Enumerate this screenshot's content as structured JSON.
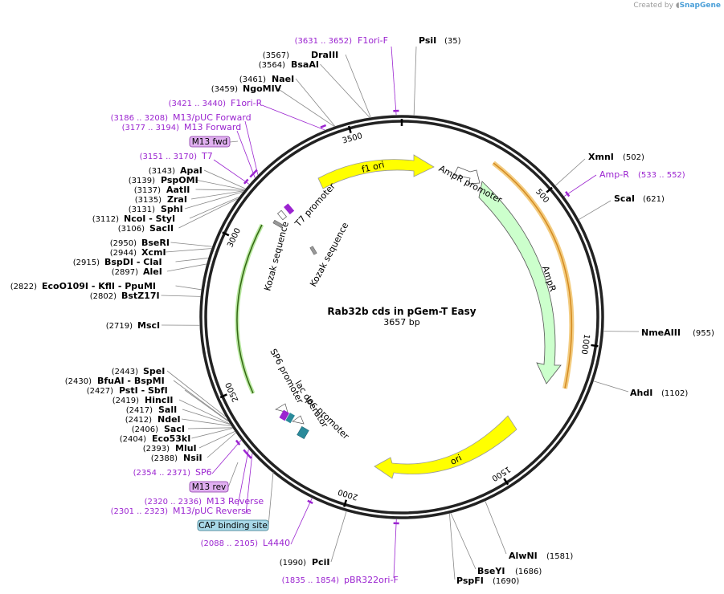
{
  "credit": {
    "prefix": "Created by",
    "brand": "SnapGene"
  },
  "plasmid": {
    "name": "Rab32b cds in pGem-T Easy",
    "length_label": "3657 bp",
    "length": 3657
  },
  "ticks": [
    {
      "pos": 500,
      "label": "500"
    },
    {
      "pos": 1000,
      "label": "1000"
    },
    {
      "pos": 1500,
      "label": "1500"
    },
    {
      "pos": 2000,
      "label": "2000"
    },
    {
      "pos": 2500,
      "label": "2500"
    },
    {
      "pos": 3000,
      "label": "3000"
    },
    {
      "pos": 3500,
      "label": "3500"
    },
    {
      "pos": 0,
      "label": ""
    }
  ],
  "enzymes_right": [
    {
      "name": "PsiI",
      "pos": "(35)",
      "site": 35
    },
    {
      "name": "XmnI",
      "pos": "(502)",
      "site": 502
    },
    {
      "name": "ScaI",
      "pos": "(621)",
      "site": 621
    },
    {
      "name": "NmeAIII",
      "pos": "(955)",
      "site": 955
    },
    {
      "name": "AhdI",
      "pos": "(1102)",
      "site": 1102
    },
    {
      "name": "AlwNI",
      "pos": "(1581)",
      "site": 1581
    },
    {
      "name": "BseYI",
      "pos": "(1686)",
      "site": 1686
    },
    {
      "name": "PspFI",
      "pos": "(1690)",
      "site": 1690
    },
    {
      "name": "PciI",
      "pos": "(1990)",
      "site": 1990
    }
  ],
  "enzymes_left": [
    {
      "name": "DraIII",
      "pos": "(3567)",
      "site": 3567
    },
    {
      "name": "BsaAI",
      "pos": "(3564)",
      "site": 3564
    },
    {
      "name": "NaeI",
      "pos": "(3461)",
      "site": 3461
    },
    {
      "name": "NgoMIV",
      "pos": "(3459)",
      "site": 3459
    },
    {
      "name": "ApaI",
      "pos": "(3143)",
      "site": 3143
    },
    {
      "name": "PspOMI",
      "pos": "(3139)",
      "site": 3139
    },
    {
      "name": "AatII",
      "pos": "(3137)",
      "site": 3137
    },
    {
      "name": "ZraI",
      "pos": "(3135)",
      "site": 3135
    },
    {
      "name": "SphI",
      "pos": "(3131)",
      "site": 3131
    },
    {
      "name": "NcoI  - StyI",
      "pos": "(3112)",
      "site": 3112
    },
    {
      "name": "SacII",
      "pos": "(3106)",
      "site": 3106
    },
    {
      "name": "BseRI",
      "pos": "(2950)",
      "site": 2950
    },
    {
      "name": "XcmI",
      "pos": "(2944)",
      "site": 2944
    },
    {
      "name": "BspDI  - ClaI",
      "pos": "(2915)",
      "site": 2915
    },
    {
      "name": "AleI",
      "pos": "(2897)",
      "site": 2897
    },
    {
      "name": "EcoO109I  - KflI  - PpuMI",
      "pos": "(2822)",
      "site": 2822
    },
    {
      "name": "BstZ17I",
      "pos": "(2802)",
      "site": 2802
    },
    {
      "name": "MscI",
      "pos": "(2719)",
      "site": 2719
    },
    {
      "name": "SpeI",
      "pos": "(2443)",
      "site": 2443
    },
    {
      "name": "BfuAI  - BspMI",
      "pos": "(2430)",
      "site": 2430
    },
    {
      "name": "PstI  - SbfI",
      "pos": "(2427)",
      "site": 2427
    },
    {
      "name": "HincII",
      "pos": "(2419)",
      "site": 2419
    },
    {
      "name": "SalI",
      "pos": "(2417)",
      "site": 2417
    },
    {
      "name": "NdeI",
      "pos": "(2412)",
      "site": 2412
    },
    {
      "name": "SacI",
      "pos": "(2406)",
      "site": 2406
    },
    {
      "name": "Eco53kI",
      "pos": "(2404)",
      "site": 2404
    },
    {
      "name": "MluI",
      "pos": "(2393)",
      "site": 2393
    },
    {
      "name": "NsiI",
      "pos": "(2388)",
      "site": 2388
    }
  ],
  "primers": [
    {
      "name": "F1ori-F",
      "range": "(3631 .. 3652)",
      "site": 3641
    },
    {
      "name": "Amp-R",
      "range": "(533 .. 552)",
      "site": 542
    },
    {
      "name": "F1ori-R",
      "range": "(3421 .. 3440)",
      "site": 3430
    },
    {
      "name": "M13/pUC Forward",
      "range": "(3186 .. 3208)",
      "site": 3197
    },
    {
      "name": "M13 Forward",
      "range": "(3177 .. 3194)",
      "site": 3185
    },
    {
      "name": "T7",
      "range": "(3151 .. 3170)",
      "site": 3160
    },
    {
      "name": "SP6",
      "range": "(2354 .. 2371)",
      "site": 2362
    },
    {
      "name": "M13 Reverse",
      "range": "(2320 .. 2336)",
      "site": 2328
    },
    {
      "name": "M13/pUC Reverse",
      "range": "(2301 .. 2323)",
      "site": 2312
    },
    {
      "name": "L4440",
      "range": "(2088 .. 2105)",
      "site": 2096
    },
    {
      "name": "pBR322ori-F",
      "range": "(1835 .. 1854)",
      "site": 1844
    }
  ],
  "boxed_features": [
    {
      "name": "M13 fwd",
      "color": "#e0b0f0",
      "border": "#8a3aa8",
      "site": 3190
    },
    {
      "name": "M13 rev",
      "color": "#e0b0f0",
      "border": "#8a3aa8",
      "site": 2325
    },
    {
      "name": "CAP binding site",
      "color": "#a8d8e8",
      "border": "#3a7a8a",
      "site": 2275
    }
  ],
  "features": [
    {
      "name": "f1 ori",
      "color": "#ffff00"
    },
    {
      "name": "AmpR promoter",
      "color": "#ffffff"
    },
    {
      "name": "AmpR",
      "color": "#ccffcc"
    },
    {
      "name": "ori",
      "color": "#ffff00"
    },
    {
      "name": "T7 promoter",
      "color": "#9b24d0"
    },
    {
      "name": "Kozak sequence",
      "color": "#999999"
    },
    {
      "name": "Kozak sequence",
      "color": "#999999"
    },
    {
      "name": "SP6 promoter",
      "color": "#9b24d0"
    },
    {
      "name": "lac operator",
      "color": "#2a8a9a"
    },
    {
      "name": "lac promoter",
      "color": "#2a8a9a"
    }
  ],
  "colors": {
    "backbone": "#222222",
    "primer": "#9b24d0",
    "ampr_outline": "#f0b040",
    "insert_green": "#66bb33"
  }
}
